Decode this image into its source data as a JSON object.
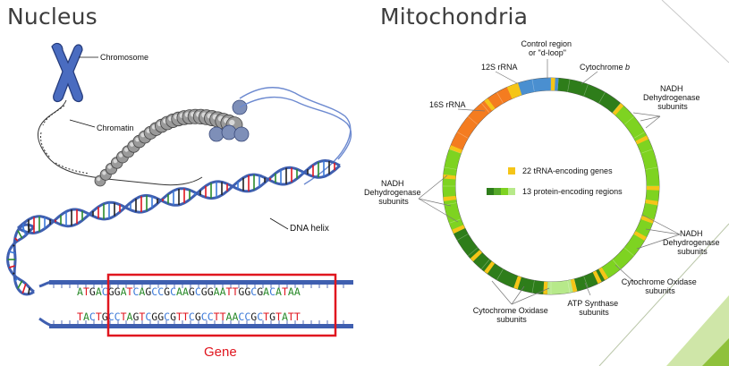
{
  "titles": {
    "left": "Nucleus",
    "right": "Mitochondria"
  },
  "nucleus": {
    "labels": {
      "chromosome": "Chromosome",
      "chromatin": "Chromatin",
      "dna_helix": "DNA helix",
      "gene": "Gene"
    },
    "top_strand": "ATGACGGATCAGCCGCAAGCGGAATTGGCGACATAA",
    "bottom_strand": "TACTGCCTAGTCGGCGTTCGCCTTAACCGCTGTATT"
  },
  "mito": {
    "regions": [
      {
        "name": "control",
        "color": "#4a8fd0",
        "start": -20,
        "end": 4
      },
      {
        "name": "cytb",
        "color": "#2e7d1a",
        "start": 4,
        "end": 40
      },
      {
        "name": "nadh-top",
        "color": "#7ed321",
        "start": 40,
        "end": 150
      },
      {
        "name": "cox-right",
        "color": "#2e7d1a",
        "start": 150,
        "end": 166
      },
      {
        "name": "atp",
        "color": "#b7e98a",
        "start": 166,
        "end": 182
      },
      {
        "name": "cox-bottom",
        "color": "#2e7d1a",
        "start": 182,
        "end": 244
      },
      {
        "name": "nadh-left",
        "color": "#7ed321",
        "start": 244,
        "end": 290
      },
      {
        "name": "16s",
        "color": "#f47c20",
        "start": 290,
        "end": 322
      },
      {
        "name": "12s",
        "color": "#f47c20",
        "start": 322,
        "end": 340
      }
    ],
    "trna_angles": [
      -24,
      -22,
      0,
      40,
      62,
      90,
      98,
      108,
      118,
      148,
      152,
      166,
      182,
      198,
      216,
      226,
      244,
      262,
      274,
      290,
      322,
      340
    ],
    "legend": {
      "trna": "22 tRNA-encoding genes",
      "protein": "13 protein-encoding regions"
    },
    "labels": {
      "control": [
        "Control region",
        "or \"d-loop\""
      ],
      "s12": "12S rRNA",
      "cytb": [
        "Cytochrome ",
        "b"
      ],
      "s16": "16S rRNA",
      "nadh_top": [
        "NADH",
        "Dehydrogenase",
        "subunits"
      ],
      "nadh_left": [
        "NADH",
        "Dehydrogenase",
        "subunits"
      ],
      "nadh_right": [
        "NADH",
        "Dehydrogenase",
        "subunits"
      ],
      "cox_right": [
        "Cytochrome Oxidase",
        "subunits"
      ],
      "atp": [
        "ATP Synthase",
        "subunits"
      ],
      "cox_bottom": [
        "Cytochrome Oxidase",
        "subunits"
      ]
    }
  },
  "colors": {
    "backbone": "#3f5fb0",
    "gene_box": "#e0161f",
    "A": "#2a8a2a",
    "T": "#e0161f",
    "G": "#222222",
    "C": "#3a78d8",
    "chromosome": "#4a6cc0",
    "trna": "#f5c518"
  }
}
